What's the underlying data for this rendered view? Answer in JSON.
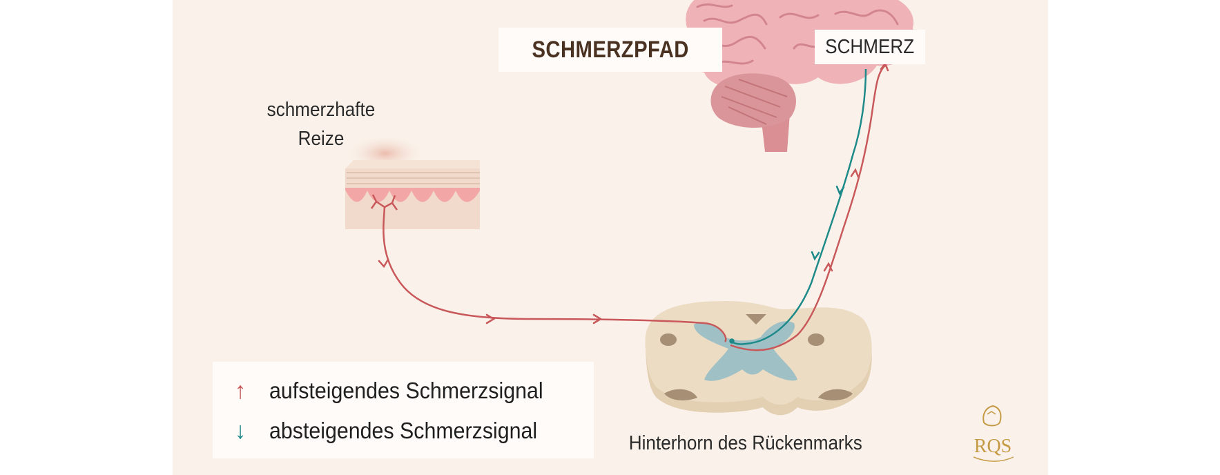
{
  "title": "SCHMERZPFAD",
  "brain_label": "SCHMERZ",
  "stimulus_label_line1": "schmerzhafte",
  "stimulus_label_line2": "Reize",
  "spinal_label": "Hinterhorn des Rückenmarks",
  "legend": {
    "ascending": {
      "arrow": "↑",
      "label": "aufsteigendes Schmerzsignal",
      "color": "#c9585a"
    },
    "descending": {
      "arrow": "↓",
      "label": "absteigendes Schmerzsignal",
      "color": "#1d8a89"
    }
  },
  "colors": {
    "background": "#faf2ea",
    "ascending": "#c9585a",
    "descending": "#1d8a89",
    "brain": "#eaa4ac",
    "spinal_cord": "#ecdcc4",
    "gray_matter": "#9fc0c4",
    "logo": "#c59a45"
  },
  "logo_text": "RQS"
}
